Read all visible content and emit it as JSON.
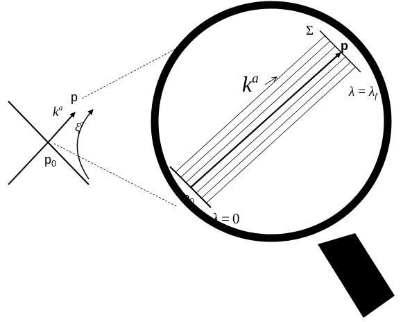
{
  "left": {
    "k_label": "k",
    "k_sup": "a",
    "xi_label": "ξ",
    "xi_sup": "a",
    "p_label": "p",
    "p0_base": "p",
    "p0_sub": "0"
  },
  "lens": {
    "k_label": "k",
    "k_sup": "a",
    "sigma_label": "Σ",
    "p_label": "p",
    "p0_base": "p",
    "p0_sub": "0",
    "lambda_f_lhs": "λ",
    "lambda_f_eq": "=",
    "lambda_f_rhs": "λ",
    "lambda_f_sub": "f",
    "lambda_0_lhs": "λ",
    "lambda_0_eq": "=",
    "lambda_0_rhs": "0"
  }
}
